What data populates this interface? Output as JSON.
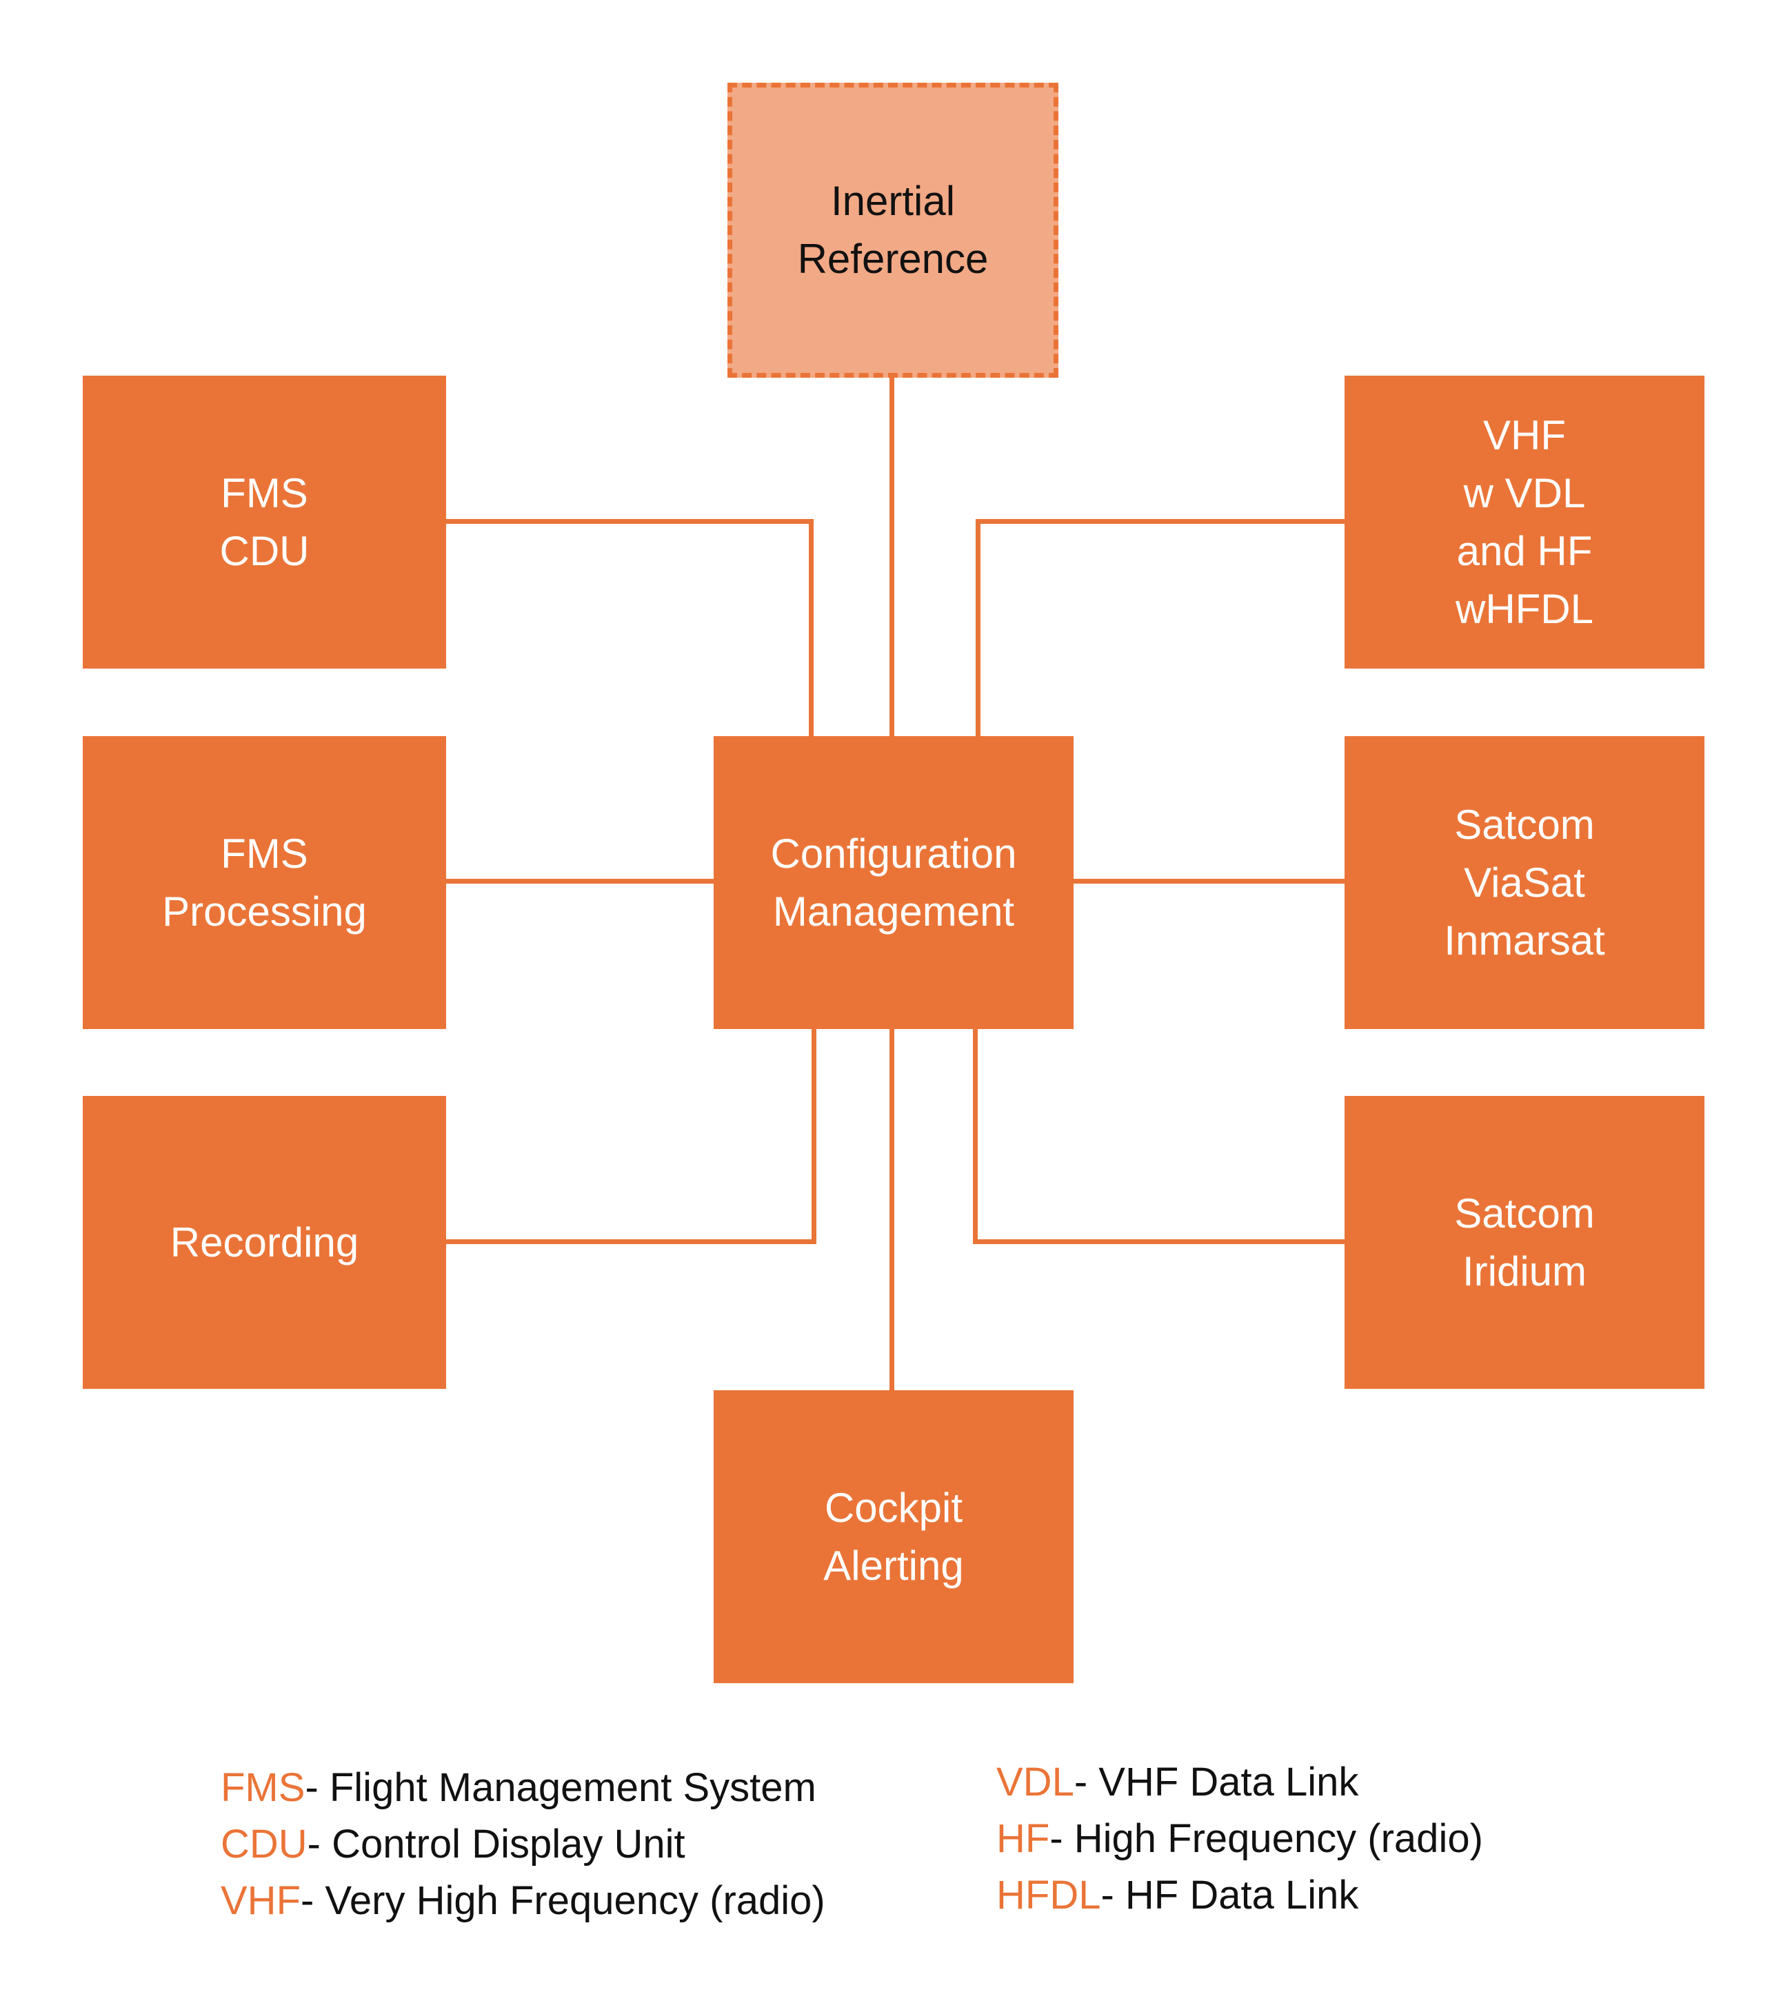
{
  "nodes": {
    "inertial_reference": [
      "Inertial",
      "Reference"
    ],
    "fms_cdu": [
      "FMS",
      "CDU"
    ],
    "fms_processing": [
      "FMS",
      "Processing"
    ],
    "recording": [
      "Recording"
    ],
    "configuration_management": [
      "Configuration",
      "Management"
    ],
    "cockpit_alerting": [
      "Cockpit",
      "Alerting"
    ],
    "vhf_hf": [
      "VHF",
      "w VDL",
      "and HF",
      "wHFDL"
    ],
    "satcom_viasat": [
      "Satcom",
      "ViaSat",
      "Inmarsat"
    ],
    "satcom_iridium": [
      "Satcom",
      "Iridium"
    ]
  },
  "legend": {
    "left": [
      {
        "abbr": "FMS",
        "text": "- Flight Management System"
      },
      {
        "abbr": "CDU",
        "text": "- Control Display Unit"
      },
      {
        "abbr": "VHF",
        "text": "- Very High Frequency (radio)"
      }
    ],
    "right": [
      {
        "abbr": "VDL",
        "text": "- VHF Data Link"
      },
      {
        "abbr": "HF",
        "text": "- High Frequency (radio)"
      },
      {
        "abbr": "HFDL",
        "text": "- HF Data Link"
      }
    ]
  },
  "colors": {
    "box_fill": "#ea7437",
    "dashed_fill": "#f2a985",
    "legend_abbr": "#ea7437"
  }
}
